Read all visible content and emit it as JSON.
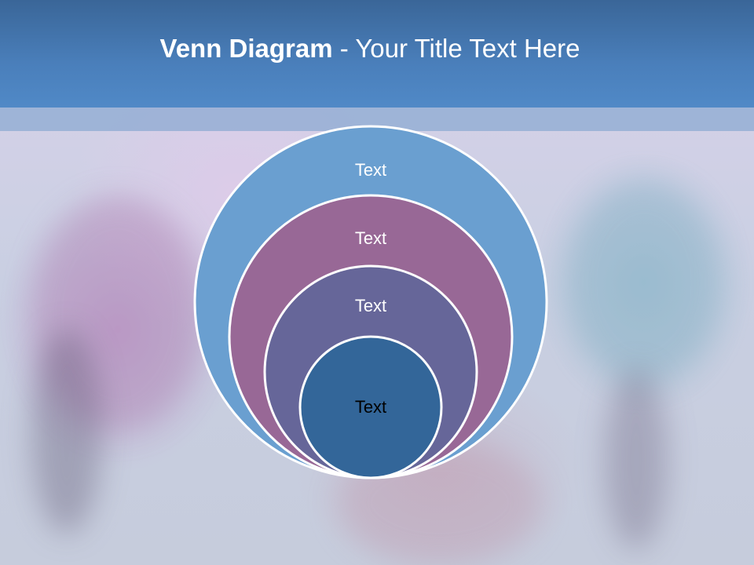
{
  "slide": {
    "title_bold": "Venn Diagram",
    "title_rest": " - Your Title Text Here"
  },
  "diagram": {
    "circles": [
      {
        "label": "Text",
        "fill": "#6a9fd0",
        "text_color": "#ffffff"
      },
      {
        "label": "Text",
        "fill": "#986896",
        "text_color": "#ffffff"
      },
      {
        "label": "Text",
        "fill": "#666699",
        "text_color": "#ffffff"
      },
      {
        "label": "Text",
        "fill": "#336699",
        "text_color": "#000000"
      }
    ]
  },
  "colors": {
    "header": "#4a7fbb",
    "circle_outline": "#ffffff"
  }
}
